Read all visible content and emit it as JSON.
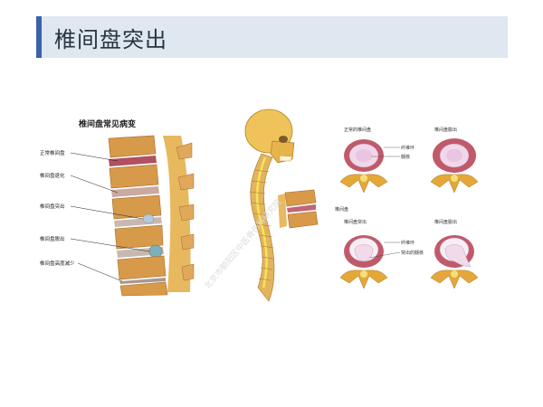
{
  "slide": {
    "title": "椎间盘突出"
  },
  "figure_left": {
    "title": "椎间盘常见病变",
    "labels": [
      "正常椎间盘",
      "椎间盘退化",
      "椎间盘突出",
      "椎间盘脱出",
      "椎间盘高度减少"
    ]
  },
  "figure_right": {
    "panels": [
      {
        "title": "正常的椎间盘",
        "annotations": [
          "纤维环",
          "髓核"
        ],
        "extra": "椎间盘"
      },
      {
        "title": "椎间盘膨出",
        "annotations": [],
        "extra": ""
      },
      {
        "title": "椎间盘突出",
        "annotations": [
          "纤维环",
          "突出的髓核"
        ],
        "extra": ""
      },
      {
        "title": "椎间盘脱出",
        "annotations": [],
        "extra": ""
      }
    ]
  },
  "watermark": {
    "text": "北京市朝阳区中医骨伤科研究院"
  }
}
